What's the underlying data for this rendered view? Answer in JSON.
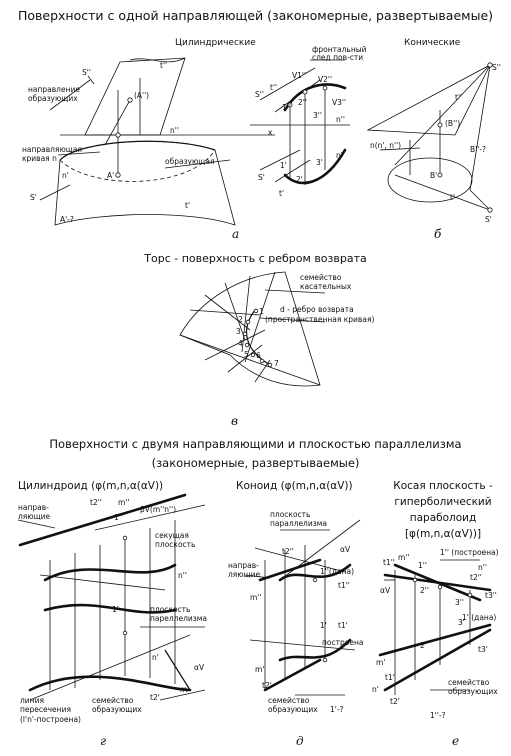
{
  "titles": {
    "top": "Поверхности с одной направляющей (закономерные, развертываемые)",
    "cylindrical": "Цилиндрические",
    "conical": "Конические",
    "tors": "Торс - поверхность с ребром возврата",
    "two_dir_1": "Поверхности с двумя направляющими и плоскостью параллелизма",
    "two_dir_2": "(закономерные, развертываемые)",
    "cylindroid": "Цилиндроид (φ(m,n,α(αV))",
    "conoid": "Коноид (φ(m,n,α(αV))",
    "hyper_1": "Косая плоскость -",
    "hyper_2": "гиперболический",
    "hyper_3": "параболоид",
    "hyper_4": "[φ(m,n,α(αV))]"
  },
  "panel_a": {
    "caption": "а",
    "labels": [
      "S''",
      "направление",
      "образующих",
      "t''",
      "(A'')",
      "n''",
      "направляющая",
      "кривая n",
      "образующая",
      "n'",
      "A'",
      "S'",
      "t'",
      "A'-?"
    ],
    "mid_labels": [
      "фронтальный",
      "след пов-сти",
      "V1''",
      "V2''",
      "V3''",
      "S''",
      "t''",
      "1''",
      "2''",
      "3''",
      "x",
      "n''",
      "n'",
      "S'",
      "t'",
      "1'",
      "2'",
      "3'"
    ]
  },
  "panel_b": {
    "caption": "б",
    "labels": [
      "S''",
      "t''",
      "(B'')",
      "n(n', n'')",
      "B''-?",
      "B'",
      "t'",
      "S'"
    ]
  },
  "panel_v": {
    "caption": "в",
    "labels": [
      "семейство",
      "касательных",
      "d - ребро возврата",
      "(пространственная кривая)",
      "1",
      "2",
      "3",
      "4",
      "5",
      "6",
      "7"
    ]
  },
  "panel_g": {
    "caption": "г",
    "labels": [
      "направ-",
      "ляющие",
      "t2''",
      "m''",
      "1''",
      "βV(m''n'')",
      "секущая",
      "плоскость",
      "n''",
      "1'",
      "плоскость",
      "пареллелизма",
      "αV",
      "n'",
      "линия",
      "пересечения",
      "(l'n'-построена)",
      "семейство",
      "образующих",
      "t2'",
      "m'"
    ]
  },
  "panel_d": {
    "caption": "д",
    "labels": [
      "плоскость",
      "параллелизма",
      "αV",
      "направ-",
      "ляющие",
      "t2''",
      "1''(дана)",
      "m''",
      "t1''",
      "1'",
      "t1'",
      "построена",
      "m'",
      "t2'",
      "семейство",
      "образующих",
      "1'-?"
    ]
  },
  "panel_e": {
    "caption": "е",
    "labels": [
      "1'' (построена)",
      "t1''",
      "m''",
      "1''",
      "n''",
      "αV",
      "2''",
      "3''",
      "t2''",
      "t3''",
      "3'",
      "1' (дана)",
      "2'",
      "t3'",
      "m'",
      "t1'",
      "n'",
      "t2'",
      "семейство",
      "образующих",
      "1''-?"
    ]
  }
}
